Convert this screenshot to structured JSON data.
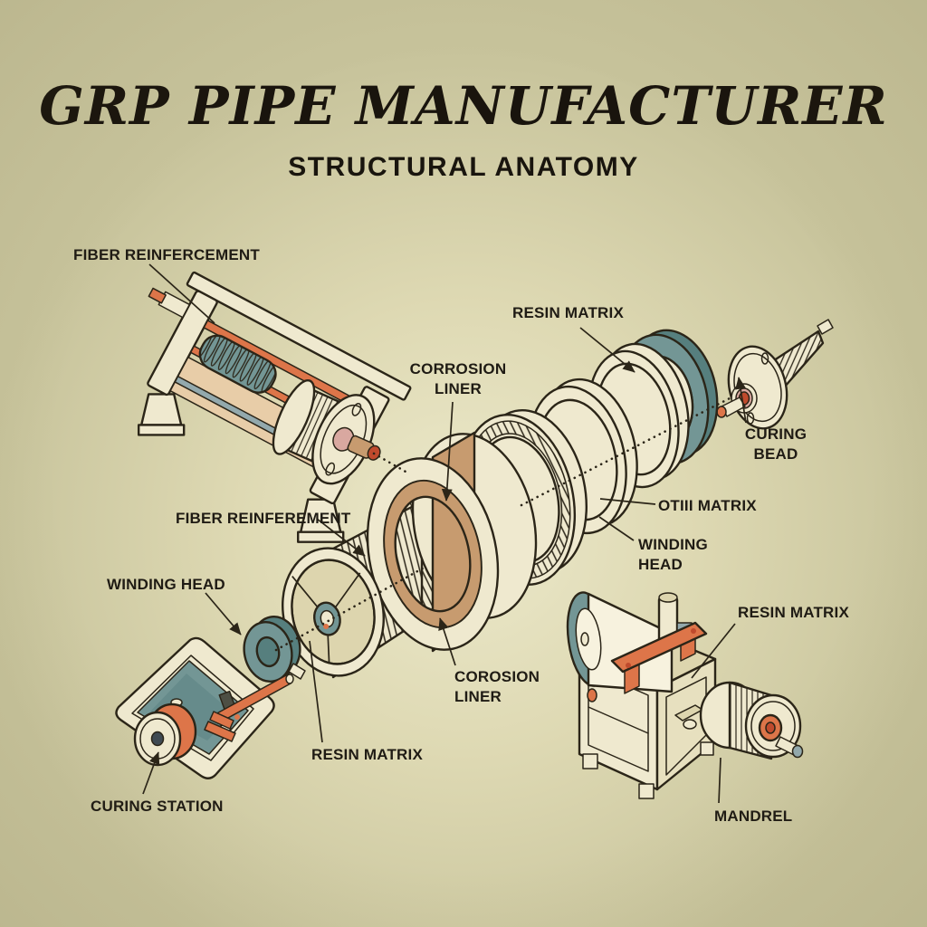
{
  "title": {
    "main": "GRP PIPE MANUFACTURER",
    "subtitle": "STRUCTURAL ANATOMY"
  },
  "labels": {
    "fiber_reinforcement_top": {
      "text": "FIBER REINFERCEMENT"
    },
    "resin_matrix_top": {
      "text": "RESIN MATRIX"
    },
    "corrosion_liner_top": {
      "text": "CORROSION\nLINER"
    },
    "curing_bead": {
      "text": "CURING\nBEAD"
    },
    "oti_matrix": {
      "text": "OTIII MATRIX"
    },
    "winding_head_right": {
      "text": "WINDING\nHEAD"
    },
    "fiber_reinforcement_mid": {
      "text": "FIBER REINFEREMENT"
    },
    "winding_head_left": {
      "text": "WINDING HEAD"
    },
    "corosion_liner_bottom": {
      "text": "COROSION\nLINER"
    },
    "resin_matrix_bottom": {
      "text": "RESIN MATRIX"
    },
    "curing_station": {
      "text": "CURING STATION"
    },
    "resin_matrix_right": {
      "text": "RESIN MATRIX"
    },
    "mandrel": {
      "text": "MANDREL"
    }
  },
  "colors": {
    "background": "#c7c39b",
    "glow": "#ece9cb",
    "glow_mid": "#ded9b3",
    "ink": "#2b2518",
    "label_ink": "#1f1b14",
    "cream": "#efe9cf",
    "cream_shade": "#ddd5ae",
    "white_warm": "#f7f2de",
    "tan": "#c79b6f",
    "tan_deep": "#b8885c",
    "teal": "#739695",
    "teal_deep": "#567f7e",
    "orange": "#dd7549",
    "orange_deep": "#bf4a2d",
    "steel": "#93a9ad"
  }
}
